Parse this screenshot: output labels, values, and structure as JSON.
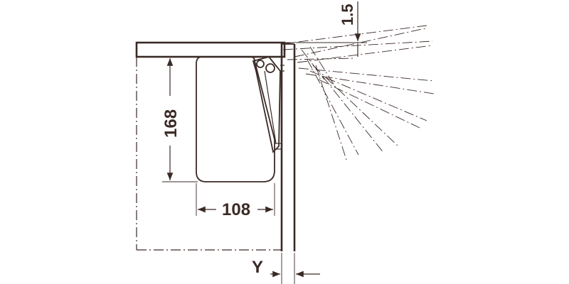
{
  "dimensions": {
    "height_label": "168",
    "width_label": "108",
    "gap_label": "1.5",
    "offset_label": "Y"
  },
  "colors": {
    "line": "#3a2a26",
    "background": "#ffffff"
  }
}
